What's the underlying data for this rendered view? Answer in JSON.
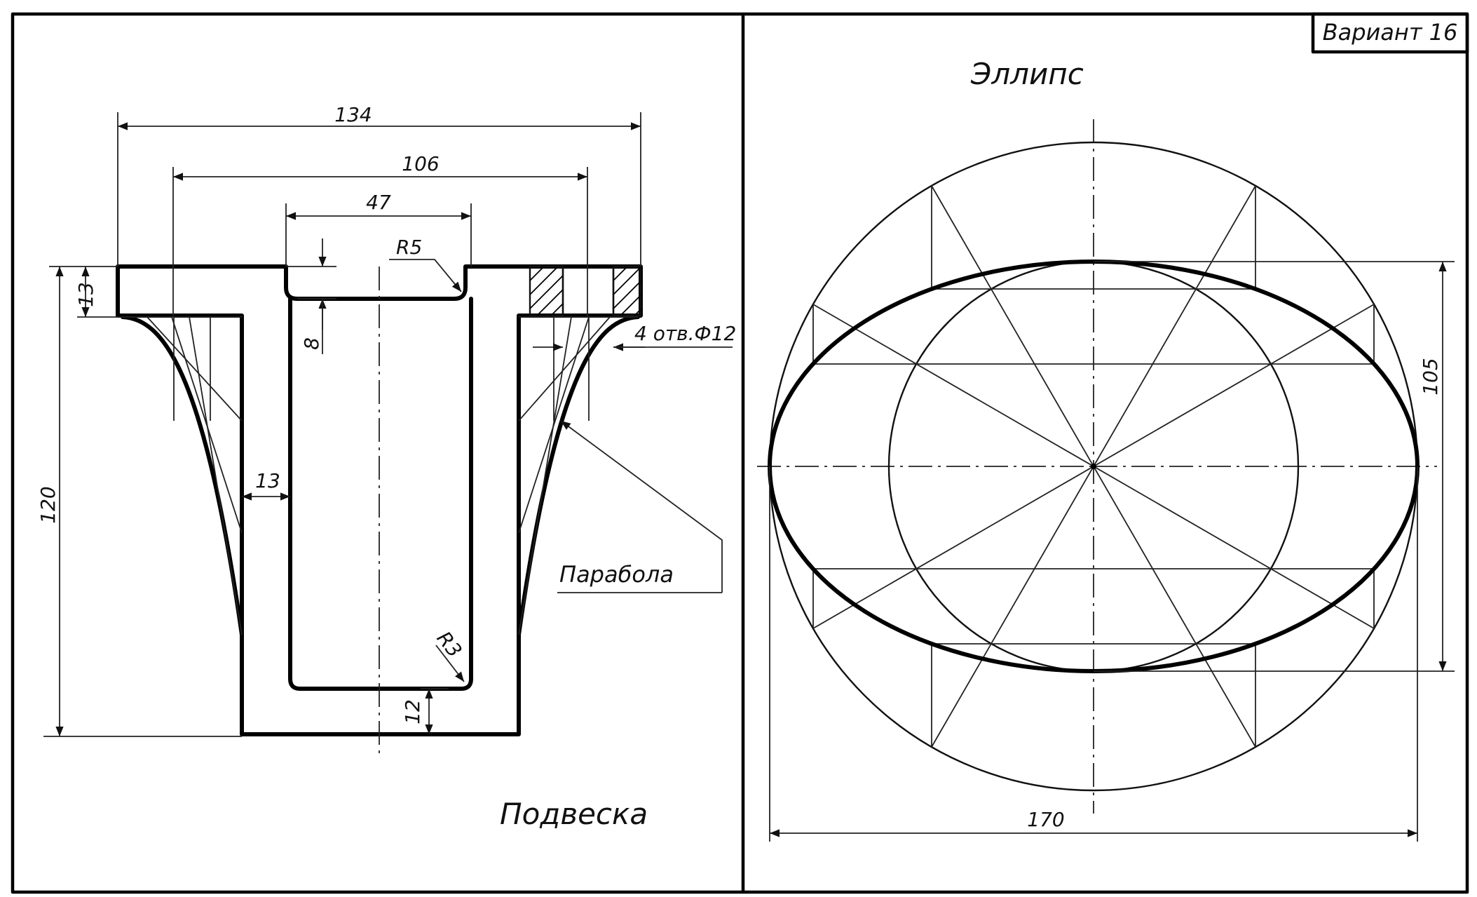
{
  "variant": "Вариант 16",
  "left_view": {
    "title": "Подвеска",
    "curve_label": "Парабола",
    "hole_note": "4 отв.Ф12",
    "dims": {
      "overall_width": "134",
      "hole_spacing": "106",
      "bore_width": "47",
      "fillet_top": "R5",
      "fillet_bottom": "R3",
      "flange_thickness": "13",
      "bore_offset": "8",
      "height": "120",
      "wall": "13",
      "bottom": "12"
    }
  },
  "right_view": {
    "title": "Эллипс",
    "dims": {
      "major_axis": "170",
      "minor_axis": "105"
    }
  }
}
